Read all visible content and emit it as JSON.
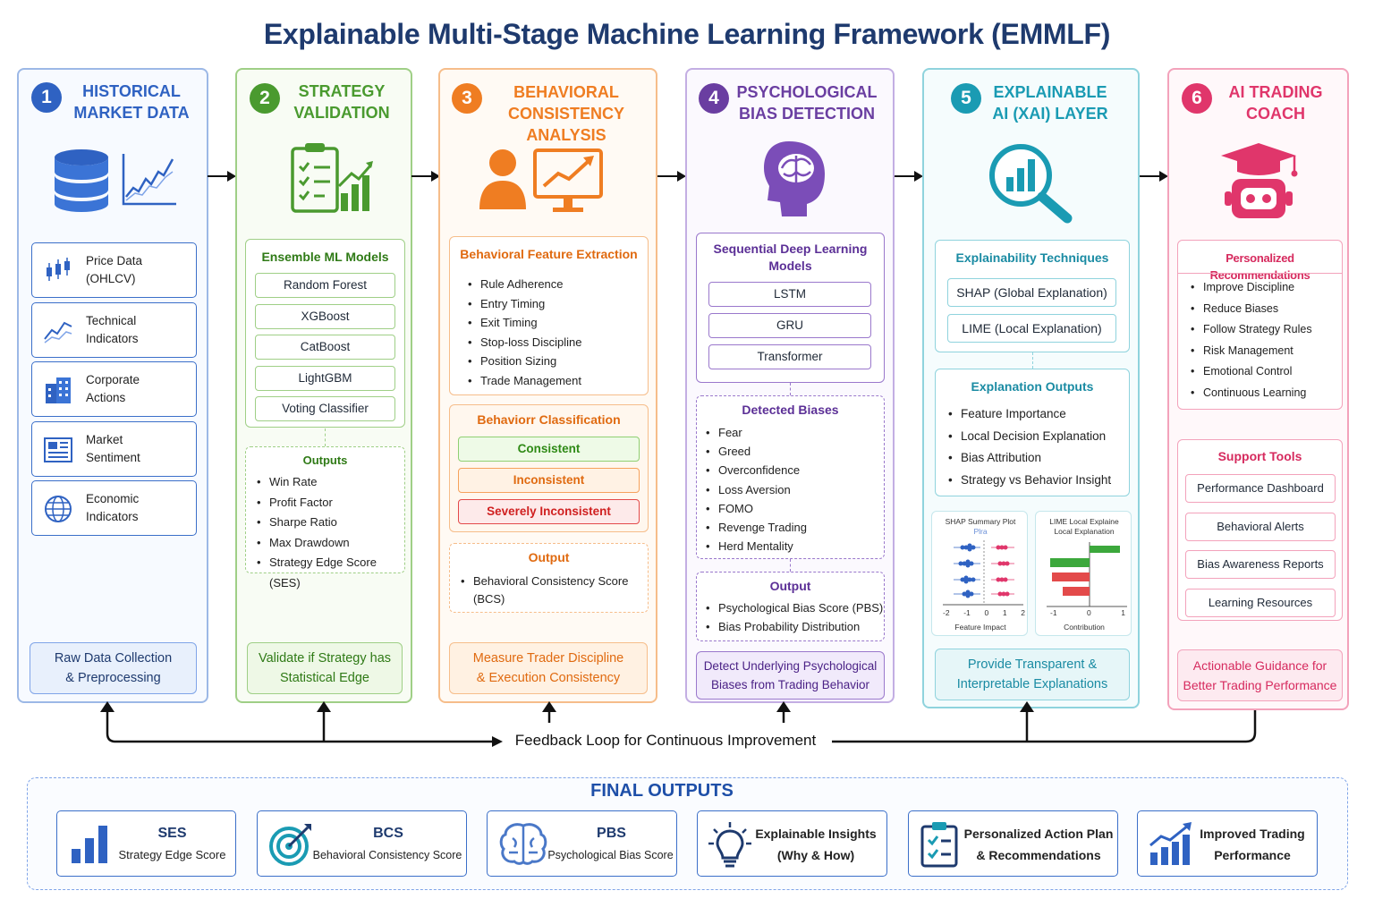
{
  "title": "Explainable Multi-Stage Machine Learning Framework (EMMLF)",
  "colors": {
    "blue": "#2f62c2",
    "green": "#4a9a2f",
    "orange": "#ef7d22",
    "purple": "#6a3ea1",
    "teal": "#1a9bb3",
    "pink": "#e0366b",
    "navy": "#1e3a6e"
  },
  "stage1": {
    "num": "1",
    "title_l1": "HISTORICAL",
    "title_l2": "MARKET DATA",
    "icons": [
      "database-icon",
      "line-chart-icon"
    ],
    "items": [
      {
        "icon": "candlestick-icon",
        "l1": "Price Data",
        "l2": "(OHLCV)"
      },
      {
        "icon": "trend-line-icon",
        "l1": "Technical",
        "l2": "Indicators"
      },
      {
        "icon": "building-icon",
        "l1": "Corporate",
        "l2": "Actions"
      },
      {
        "icon": "newspaper-icon",
        "l1": "Market",
        "l2": "Sentiment"
      },
      {
        "icon": "globe-icon",
        "l1": "Economic",
        "l2": "Indicators"
      }
    ],
    "footer_l1": "Raw Data Collection",
    "footer_l2": "& Preprocessing"
  },
  "stage2": {
    "num": "2",
    "title_l1": "STRATEGY",
    "title_l2": "VALIDATION",
    "icon": "clipboard-growth-icon",
    "models_head": "Ensemble ML Models",
    "models": [
      "Random Forest",
      "XGBoost",
      "CatBoost",
      "LightGBM",
      "Voting Classifier"
    ],
    "outputs_head": "Outputs",
    "outputs": [
      "Win Rate",
      "Profit Factor",
      "Sharpe Ratio",
      "Max Drawdown",
      "Strategy Edge Score (SES)"
    ],
    "footer_l1": "Validate if Strategy has",
    "footer_l2": "Statistical Edge"
  },
  "stage3": {
    "num": "3",
    "title_l1": "BEHAVIORAL",
    "title_l2": "CONSISTENCY ANALYSIS",
    "icon": "person-monitor-icon",
    "feat_head": "Behavioral Feature Extraction",
    "features": [
      "Rule Adherence",
      "Entry Timing",
      "Exit Timing",
      "Stop-loss Discipline",
      "Position Sizing",
      "Trade Management"
    ],
    "class_head": "Behaviorr Classification",
    "classes": [
      "Consistent",
      "Inconsistent",
      "Severely Inconsistent"
    ],
    "output_head": "Output",
    "output_l1": "Behavioral Consistency Score",
    "output_l2": "(BCS)",
    "footer_l1": "Measure Trader Discipline",
    "footer_l2": "& Execution Consistency"
  },
  "stage4": {
    "num": "4",
    "title_l1": "PSYCHOLOGICAL",
    "title_l2": "BIAS DETECTION",
    "icon": "brain-head-icon",
    "models_head_l1": "Sequential Deep Learning",
    "models_head_l2": "Models",
    "models": [
      "LSTM",
      "GRU",
      "Transformer"
    ],
    "bias_head": "Detected Biases",
    "biases": [
      "Fear",
      "Greed",
      "Overconfidence",
      "Loss Aversion",
      "FOMO",
      "Revenge Trading",
      "Herd Mentality"
    ],
    "output_head": "Output",
    "outputs": [
      "Psychological Bias Score (PBS)",
      "Bias Probability Distribution"
    ],
    "footer_l1": "Detect Underlying Psychological",
    "footer_l2": "Biases from Trading Behavior"
  },
  "stage5": {
    "num": "5",
    "title_l1": "EXPLAINABLE",
    "title_l2": "AI (XAI) LAYER",
    "icon": "magnifier-chart-icon",
    "tech_head": "Explainability Techniques",
    "techniques": [
      "SHAP (Global Explanation)",
      "LIME (Local Explanation)"
    ],
    "exp_head": "Explanation Outputs",
    "explanations": [
      "Feature Importance",
      "Local Decision Explanation",
      "Bias Attribution",
      "Strategy vs Behavior Insight"
    ],
    "shap_title_l1": "SHAP Summary Plot",
    "shap_title_l2": "Plra",
    "shap_xticks": [
      "-2",
      "-1",
      "0",
      "1",
      "2"
    ],
    "shap_xlabel": "Feature Impact",
    "lime_title_l1": "LIME Local Explaine",
    "lime_title_l2": "Local Explanation",
    "lime_xticks": [
      "-1",
      "0",
      "1"
    ],
    "lime_xlabel": "Contribution",
    "footer_l1": "Provide Transparent &",
    "footer_l2": "Interpretable Explanations"
  },
  "stage6": {
    "num": "6",
    "title_l1": "AI TRADING",
    "title_l2": "COACH",
    "icon": "robot-graduate-icon",
    "rec_head": "Personalized Recommendations",
    "recommendations": [
      "Improve Discipline",
      "Reduce Biases",
      "Follow Strategy Rules",
      "Risk Management",
      "Emotional Control",
      "Continuous Learning"
    ],
    "tools_head": "Support Tools",
    "tools": [
      "Performance Dashboard",
      "Behavioral Alerts",
      "Bias Awareness Reports",
      "Learning Resources"
    ],
    "footer_l1": "Actionable Guidance for",
    "footer_l2": "Better Trading Performance"
  },
  "feedback": "Feedback Loop for Continuous Improvement",
  "final": {
    "title": "FINAL OUTPUTS",
    "cards": [
      {
        "icon": "bar-chart-icon",
        "t1": "SES",
        "t2": "Strategy Edge Score"
      },
      {
        "icon": "target-icon",
        "t1": "BCS",
        "t2": "Behavioral Consistency Score"
      },
      {
        "icon": "brain-icon",
        "t1": "PBS",
        "t2": "Psychological Bias Score"
      },
      {
        "icon": "lightbulb-icon",
        "l1": "Explainable Insights",
        "l2": "(Why & How)"
      },
      {
        "icon": "clipboard-check-icon",
        "l1": "Personalized Action Plan",
        "l2": "& Recommendations"
      },
      {
        "icon": "growth-chart-icon",
        "l1": "Improved Trading",
        "l2": "Performance"
      }
    ]
  }
}
